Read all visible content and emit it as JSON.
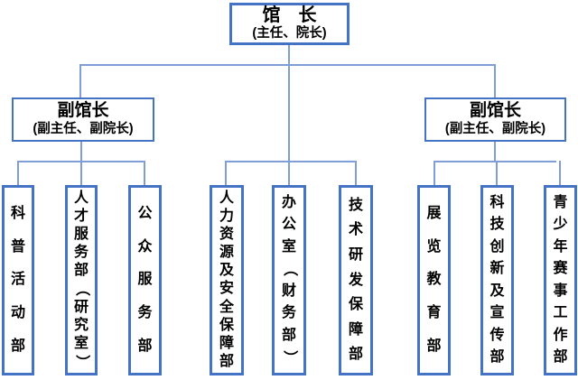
{
  "org_chart": {
    "root": {
      "title": "馆　长",
      "subtitle": "(主任、院长)"
    },
    "deputy_left": {
      "title": "副馆长",
      "subtitle": "(副主任、副院长)"
    },
    "deputy_right": {
      "title": "副馆长",
      "subtitle": "(副主任、副院长)"
    },
    "departments": [
      {
        "label": "科普活动部",
        "group": "left"
      },
      {
        "label": "人才服务部（研究室）",
        "group": "left"
      },
      {
        "label": "公众服务部",
        "group": "left"
      },
      {
        "label": "人力资源及安全保障部",
        "group": "center"
      },
      {
        "label": "办公室（财务部）",
        "group": "center"
      },
      {
        "label": "技术研发保障部",
        "group": "center"
      },
      {
        "label": "展览教育部",
        "group": "right"
      },
      {
        "label": "科技创新及宣传部",
        "group": "right"
      },
      {
        "label": "青少年赛事工作部",
        "group": "right"
      }
    ],
    "colors": {
      "box_border": "#4472c4",
      "connector": "#7f9dd6",
      "text": "#000000",
      "background": "#ffffff"
    }
  }
}
